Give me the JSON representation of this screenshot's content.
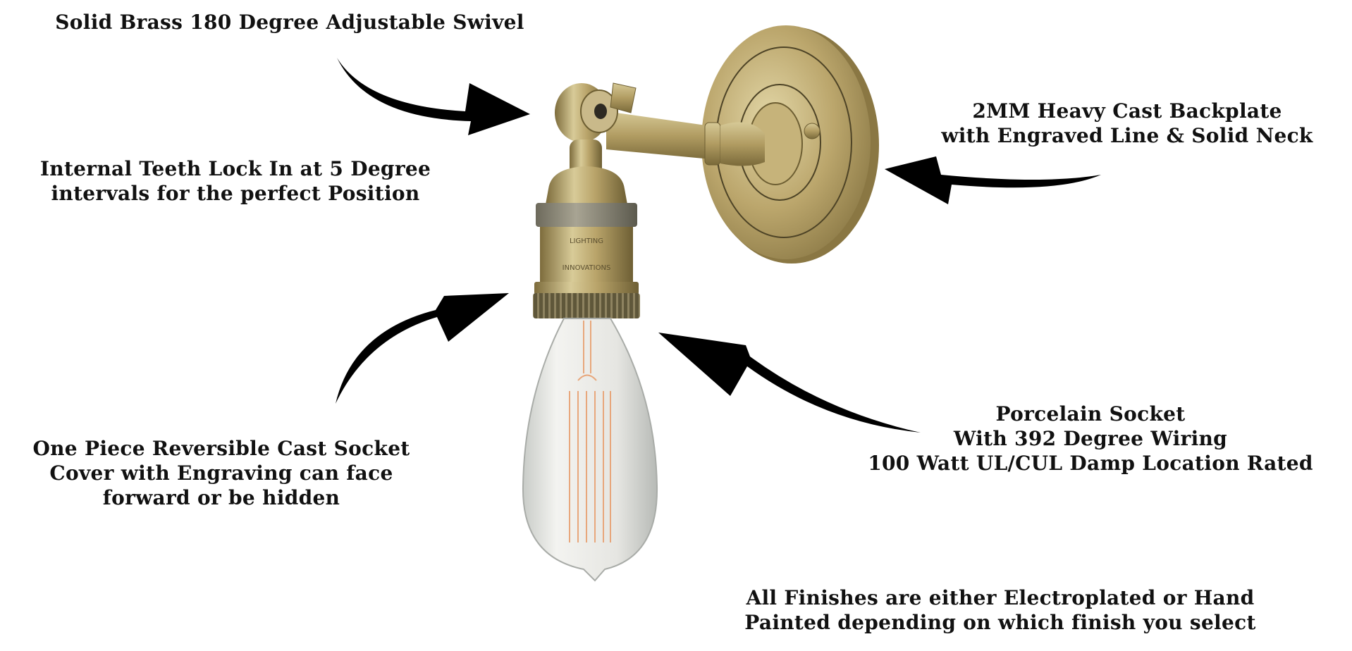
{
  "callouts": {
    "swivel": {
      "lines": [
        "Solid Brass  180 Degree Adjustable Swivel"
      ]
    },
    "teeth": {
      "lines": [
        "Internal Teeth Lock In at 5 Degree",
        "intervals for the perfect Position"
      ]
    },
    "backplate": {
      "lines": [
        "2MM Heavy Cast Backplate",
        "with Engraved Line & Solid Neck"
      ]
    },
    "socket_cover": {
      "lines": [
        "One Piece Reversible Cast Socket",
        "Cover with Engraving can face",
        "forward or be hidden"
      ]
    },
    "porcelain": {
      "lines": [
        "Porcelain Socket",
        "With 392 Degree Wiring",
        "100 Watt UL/CUL  Damp Location Rated"
      ]
    },
    "finishes": {
      "lines": [
        "All Finishes are either Electroplated or Hand",
        "Painted depending on which finish you select"
      ]
    }
  },
  "product": {
    "engraving": [
      "LIGHTING",
      "INNOVATIONS"
    ],
    "colors": {
      "brass": "#b9a46a",
      "brass_dark": "#7d6c3c",
      "brass_light": "#ddd0a0",
      "arrow": "#000000",
      "filament": "#e8a070"
    }
  }
}
